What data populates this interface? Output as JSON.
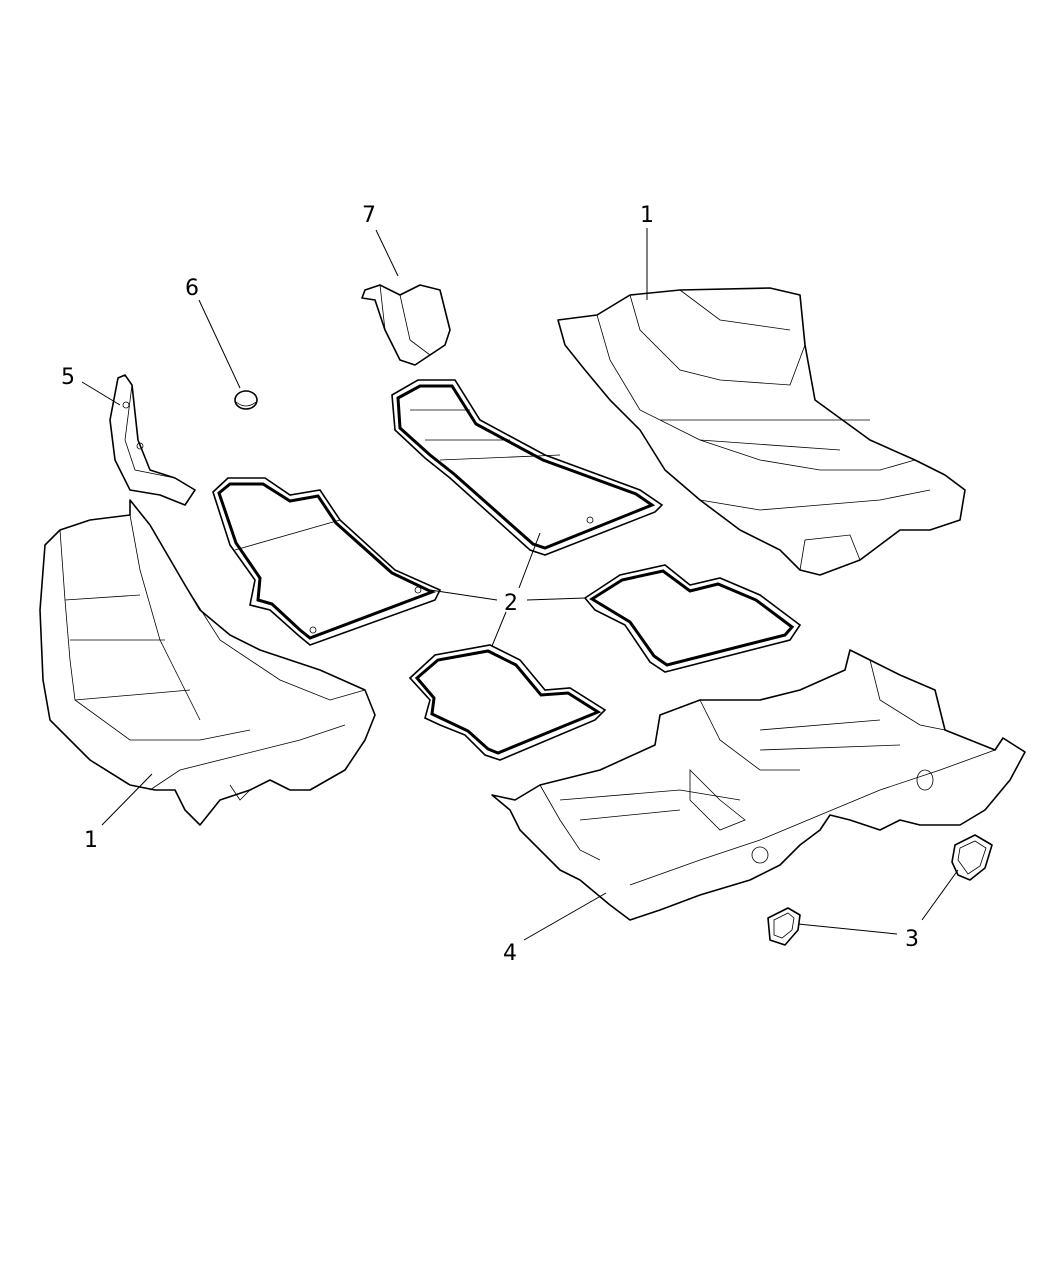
{
  "callouts": {
    "c1_top": "1",
    "c7": "7",
    "c6": "6",
    "c5": "5",
    "c2": "2",
    "c1_bottom": "1",
    "c4": "4",
    "c3": "3"
  }
}
